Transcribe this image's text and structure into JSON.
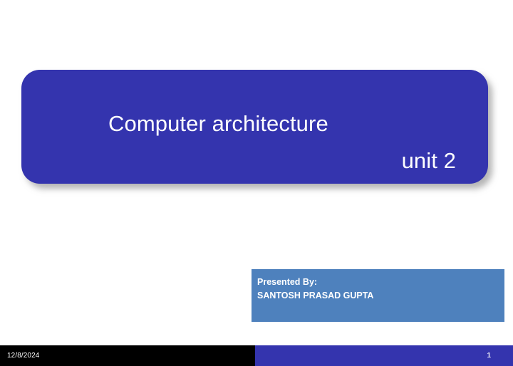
{
  "slide": {
    "title_line_1": "Computer architecture",
    "title_line_2": "unit 2",
    "title_box_color": "#3434ae",
    "title_text_color": "#ffffff"
  },
  "presented_by": {
    "label": "Presented By:",
    "name": "SANTOSH PRASAD GUPTA",
    "box_color": "#4e81bd",
    "text_color": "#ffffff"
  },
  "footer": {
    "date": "12/8/2024",
    "slide_number": "1",
    "left_bar_color": "#000000",
    "right_bar_color": "#3434ae"
  }
}
